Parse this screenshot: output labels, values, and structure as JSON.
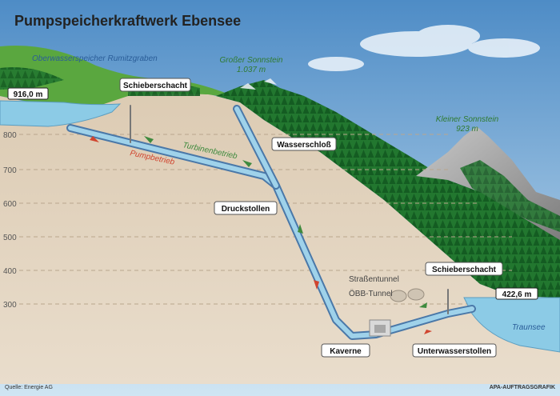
{
  "title": "Pumpspeicherkraftwerk Ebensee",
  "upper_reservoir": "Oberwasserspeicher Rumitzgraben",
  "upper_level": "916,0 m",
  "peak_large": {
    "name": "Großer Sonnstein",
    "height": "1.037 m"
  },
  "peak_small": {
    "name": "Kleiner Sonnstein",
    "height": "923 m"
  },
  "labels": {
    "schieberschacht_top": "Schieberschacht",
    "schieberschacht_bottom": "Schieberschacht",
    "wasserschloss": "Wasserschloß",
    "druckstollen": "Druckstollen",
    "kaverne": "Kaverne",
    "unterwasserstollen": "Unterwasserstollen",
    "turbinenbetrieb": "Turbinenbetrieb",
    "pumpbetrieb": "Pumpbetrieb",
    "strassentunnel": "Straßentunnel",
    "oebb_tunnel": "ÖBB-Tunnel"
  },
  "lower_level": "422,6 m",
  "lower_lake": "Traunsee",
  "elevation_ticks": [
    "800",
    "700",
    "600",
    "500",
    "400",
    "300"
  ],
  "source": "Quelle: Energie AG",
  "credit": "APA-AUFTRAGSGRAFIK",
  "colors": {
    "turbine": "#3e8a3e",
    "pump": "#d0452f",
    "water": "#8ccbe6"
  }
}
